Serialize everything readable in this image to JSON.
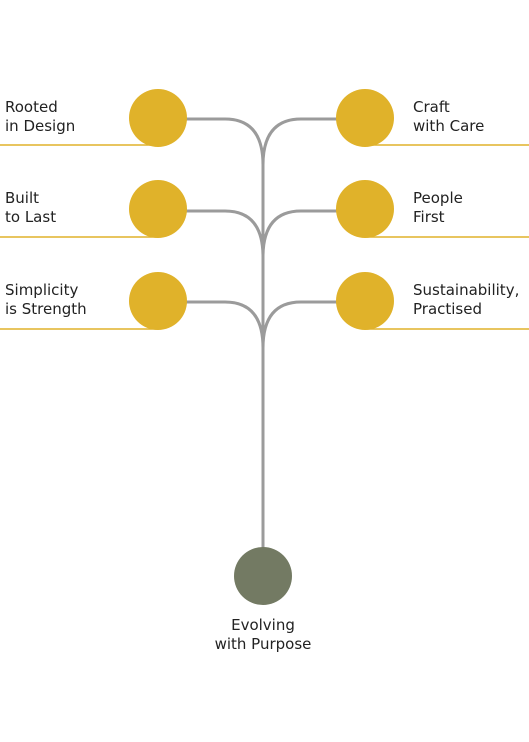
{
  "colors": {
    "background": "#ffffff",
    "branch": "#9b9b9b",
    "leaf_fill": "#e0b22a",
    "root_fill": "#737a63",
    "underline": "#e0b22a",
    "text": "#222222"
  },
  "leaves": [
    {
      "side": "left",
      "line1": "Rooted",
      "line2": "in Design"
    },
    {
      "side": "right",
      "line1": "Craft",
      "line2": "with Care"
    },
    {
      "side": "left",
      "line1": "Built",
      "line2": "to Last"
    },
    {
      "side": "right",
      "line1": "People",
      "line2": "First"
    },
    {
      "side": "left",
      "line1": "Simplicity",
      "line2": "is Strength"
    },
    {
      "side": "right",
      "line1": "Sustainability,",
      "line2": "Practised"
    }
  ],
  "root": {
    "line1": "Evolving",
    "line2": "with Purpose"
  }
}
